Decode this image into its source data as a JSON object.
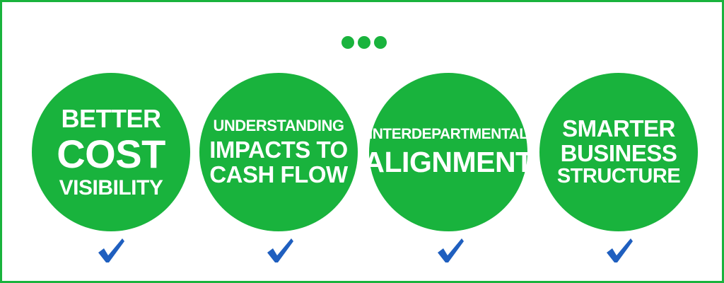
{
  "circles": [
    {
      "lines": [
        "BETTER",
        "COST",
        "VISIBILITY"
      ]
    },
    {
      "lines": [
        "UNDERSTANDING",
        "IMPACTS TO",
        "CASH FLOW"
      ]
    },
    {
      "lines": [
        "INTERDEPARTMENTAL",
        "ALIGNMENT"
      ]
    },
    {
      "lines": [
        "SMARTER",
        "BUSINESS",
        "STRUCTURE"
      ]
    }
  ],
  "icons": {
    "dots": "ellipsis-icon",
    "check": "checkmark-icon"
  },
  "colors": {
    "green": "#19b33d",
    "check_blue": "#1f5fbf",
    "text": "#ffffff",
    "background": "#ffffff"
  }
}
